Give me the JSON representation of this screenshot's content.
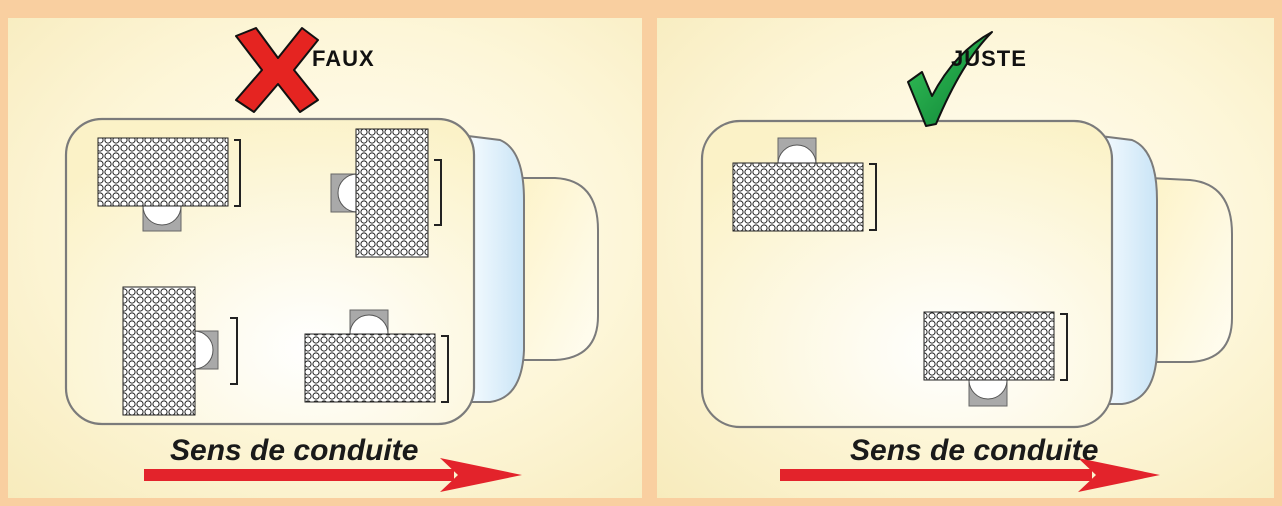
{
  "panels": {
    "wrong": {
      "badge": "FAUX",
      "caption": "Sens de conduite",
      "mark_icon": "cross-mark-icon",
      "mark_color": "#e52421"
    },
    "right": {
      "badge": "JUSTE",
      "caption": "Sens de conduite",
      "mark_icon": "check-mark-icon",
      "mark_color": "#0e9a3c"
    }
  },
  "colors": {
    "arrow": "#e3232b",
    "page_border": "#f9cfa0",
    "seat": "#a9a9a9",
    "cab_window": "#cfe6f5"
  }
}
